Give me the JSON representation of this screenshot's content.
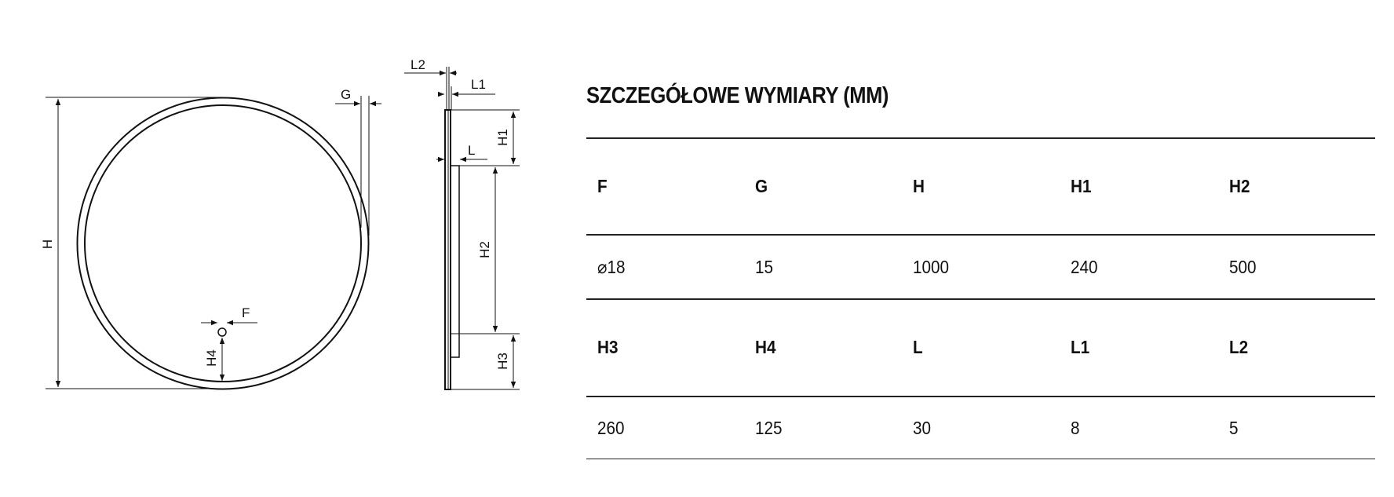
{
  "drawing": {
    "labels": {
      "H": "H",
      "G": "G",
      "F": "F",
      "H4": "H4",
      "L2": "L2",
      "L1": "L1",
      "L": "L",
      "H1": "H1",
      "H2": "H2",
      "H3": "H3"
    }
  },
  "table": {
    "title": "SZCZEGÓŁOWE WYMIARY (MM)",
    "rows": [
      {
        "headers": [
          "F",
          "G",
          "H",
          "H1",
          "H2"
        ],
        "values": [
          "⌀18",
          "15",
          "1000",
          "240",
          "500"
        ]
      },
      {
        "headers": [
          "H3",
          "H4",
          "L",
          "L1",
          "L2"
        ],
        "values": [
          "260",
          "125",
          "30",
          "8",
          "5"
        ]
      }
    ]
  }
}
